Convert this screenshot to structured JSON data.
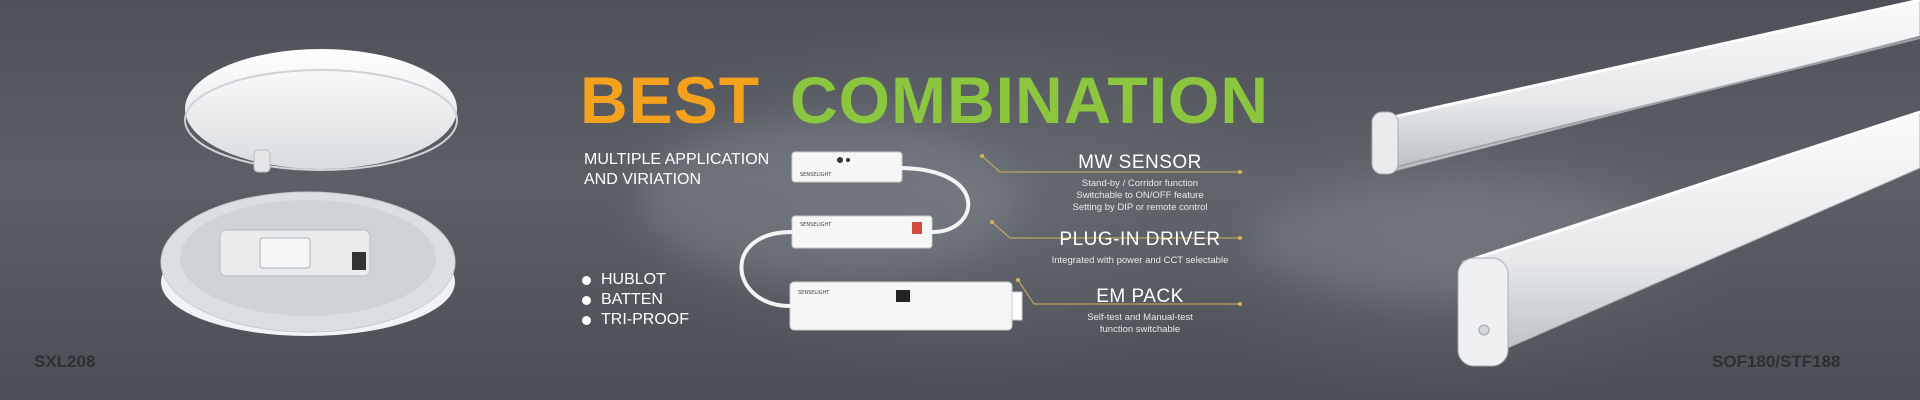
{
  "headline": {
    "word1": "BEST",
    "word2": "COMBINATION"
  },
  "subtitle": {
    "line1": "MULTIPLE APPLICATION",
    "line2": "AND VIRIATION"
  },
  "applications": [
    "HUBLOT",
    "BATTEN",
    "TRI-PROOF"
  ],
  "features": [
    {
      "title": "MW SENSOR",
      "lines": [
        "Stand-by / Corridor function",
        "Switchable to ON/OFF feature",
        "Setting by DIP or remote control"
      ]
    },
    {
      "title": "PLUG-IN DRIVER",
      "lines": [
        "Integrated with power and CCT selectable"
      ]
    },
    {
      "title": "EM PACK",
      "lines": [
        "Self-test and Manual-test",
        "function switchable"
      ]
    }
  ],
  "products": {
    "left_model": "SXL208",
    "right_model": "SOF180/STF188"
  },
  "device_brand": "SENSELIGHT",
  "colors": {
    "best": "#f4a11d",
    "combination": "#8cc63f",
    "leader": "#d4b25a",
    "background": "#53575d"
  }
}
